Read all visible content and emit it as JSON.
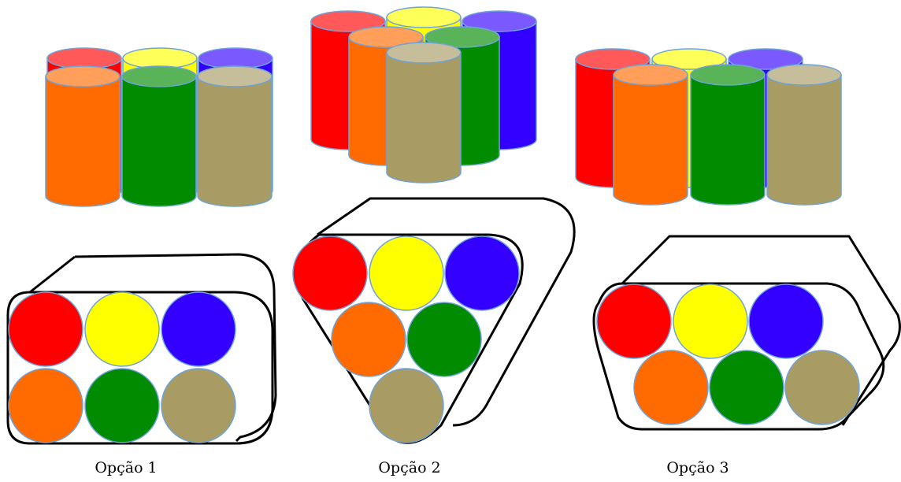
{
  "colors": {
    "red": "#ff0000",
    "yellow": "#ffff00",
    "blue": "#3300ff",
    "orange": "#ff6b00",
    "green": "#008b00",
    "tan": "#a89b64"
  },
  "options": [
    {
      "label": "Opção 1"
    },
    {
      "label": "Opção 2"
    },
    {
      "label": "Opção 3"
    }
  ]
}
